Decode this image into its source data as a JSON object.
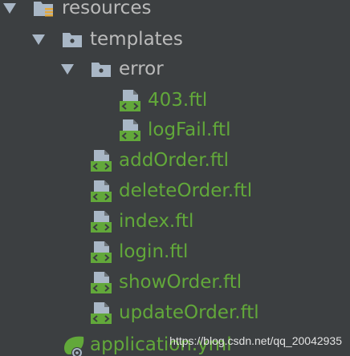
{
  "tree": {
    "resources": {
      "label": "resources",
      "icon": "resources-folder-icon"
    },
    "templates": {
      "label": "templates",
      "icon": "folder-icon"
    },
    "error": {
      "label": "error",
      "icon": "folder-icon"
    },
    "error_files": [
      {
        "label": "403.ftl",
        "icon": "ftl-file-icon"
      },
      {
        "label": "logFail.ftl",
        "icon": "ftl-file-icon"
      }
    ],
    "template_files": [
      {
        "label": "addOrder.ftl",
        "icon": "ftl-file-icon"
      },
      {
        "label": "deleteOrder.ftl",
        "icon": "ftl-file-icon"
      },
      {
        "label": "index.ftl",
        "icon": "ftl-file-icon"
      },
      {
        "label": "login.ftl",
        "icon": "ftl-file-icon"
      },
      {
        "label": "showOrder.ftl",
        "icon": "ftl-file-icon"
      },
      {
        "label": "updateOrder.ftl",
        "icon": "ftl-file-icon"
      }
    ],
    "application_file": {
      "label": "application.yml",
      "icon": "spring-leaf-icon"
    }
  },
  "watermark": "https://blog.csdn.net/qq_20042935",
  "colors": {
    "background": "#3c3f41",
    "folder_text": "#bbbbbb",
    "ftl_text": "#62a83a",
    "folder_icon": "#a9b7c6"
  }
}
